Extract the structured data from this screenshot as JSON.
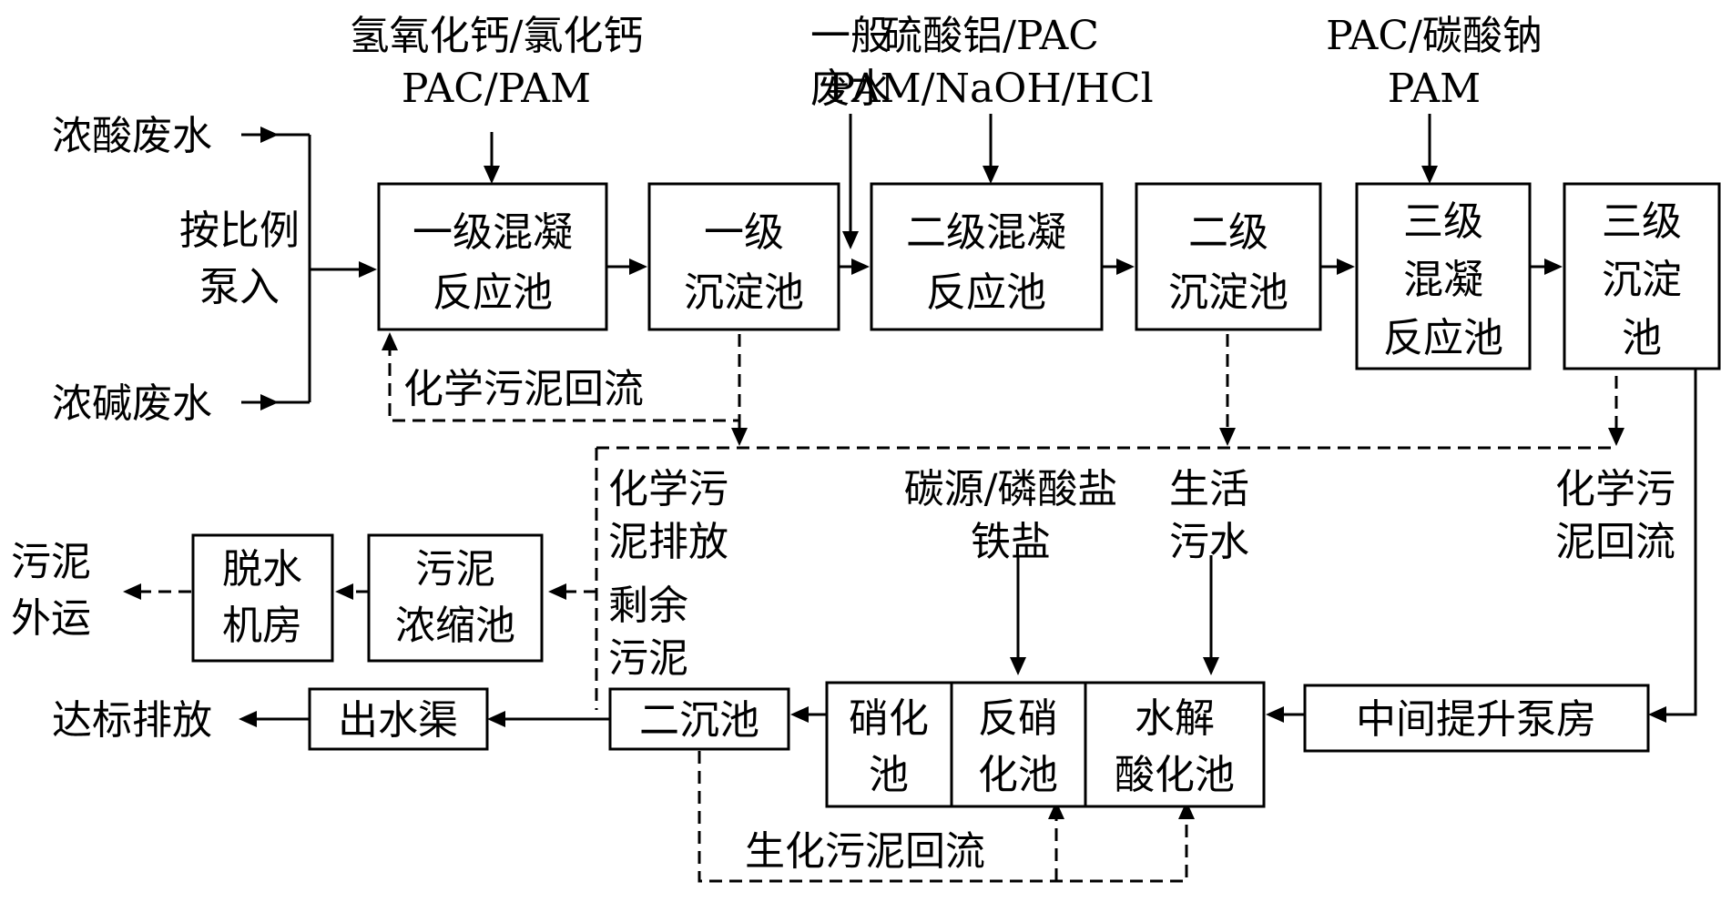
{
  "colors": {
    "line": "#000000",
    "box_fill": "#ffffff",
    "background": "#ffffff"
  },
  "inputs": {
    "acid": "浓酸废水",
    "alkali": "浓碱废水",
    "pump_l1": "按比例",
    "pump_l2": "泵入"
  },
  "chemicals": {
    "c1_l1": "氢氧化钙/氯化钙",
    "c1_l2": "PAC/PAM",
    "general_l1": "一般",
    "general_l2": "废水",
    "c2_l1": "硫酸铝/PAC",
    "c2_l2": "PAM/NaOH/HCl",
    "c3_l1": "PAC/碳酸钠",
    "c3_l2": "PAM",
    "carbon_l1": "碳源/磷酸盐",
    "carbon_l2": "铁盐",
    "domestic_l1": "生活",
    "domestic_l2": "污水"
  },
  "units": {
    "coag1_l1": "一级混凝",
    "coag1_l2": "反应池",
    "sed1_l1": "一级",
    "sed1_l2": "沉淀池",
    "coag2_l1": "二级混凝",
    "coag2_l2": "反应池",
    "sed2_l1": "二级",
    "sed2_l2": "沉淀池",
    "coag3_l1": "三级",
    "coag3_l2": "混凝",
    "coag3_l3": "反应池",
    "sed3_l1": "三级",
    "sed3_l2": "沉淀",
    "sed3_l3": "池",
    "pump_house": "中间提升泵房",
    "hydro_l1": "水解",
    "hydro_l2": "酸化池",
    "denit_l1": "反硝",
    "denit_l2": "化池",
    "nitri_l1": "硝化",
    "nitri_l2": "池",
    "clarifier": "二沉池",
    "channel": "出水渠",
    "thickener_l1": "污泥",
    "thickener_l2": "浓缩池",
    "dewater_l1": "脱水",
    "dewater_l2": "机房"
  },
  "flows": {
    "chem_return": "化学污泥回流",
    "chem_discharge_l1": "化学污",
    "chem_discharge_l2": "泥排放",
    "chem_return2_l1": "化学污",
    "chem_return2_l2": "泥回流",
    "excess_l1": "剩余",
    "excess_l2": "污泥",
    "bio_return": "生化污泥回流",
    "sludge_out_l1": "污泥",
    "sludge_out_l2": "外运",
    "discharge": "达标排放"
  }
}
